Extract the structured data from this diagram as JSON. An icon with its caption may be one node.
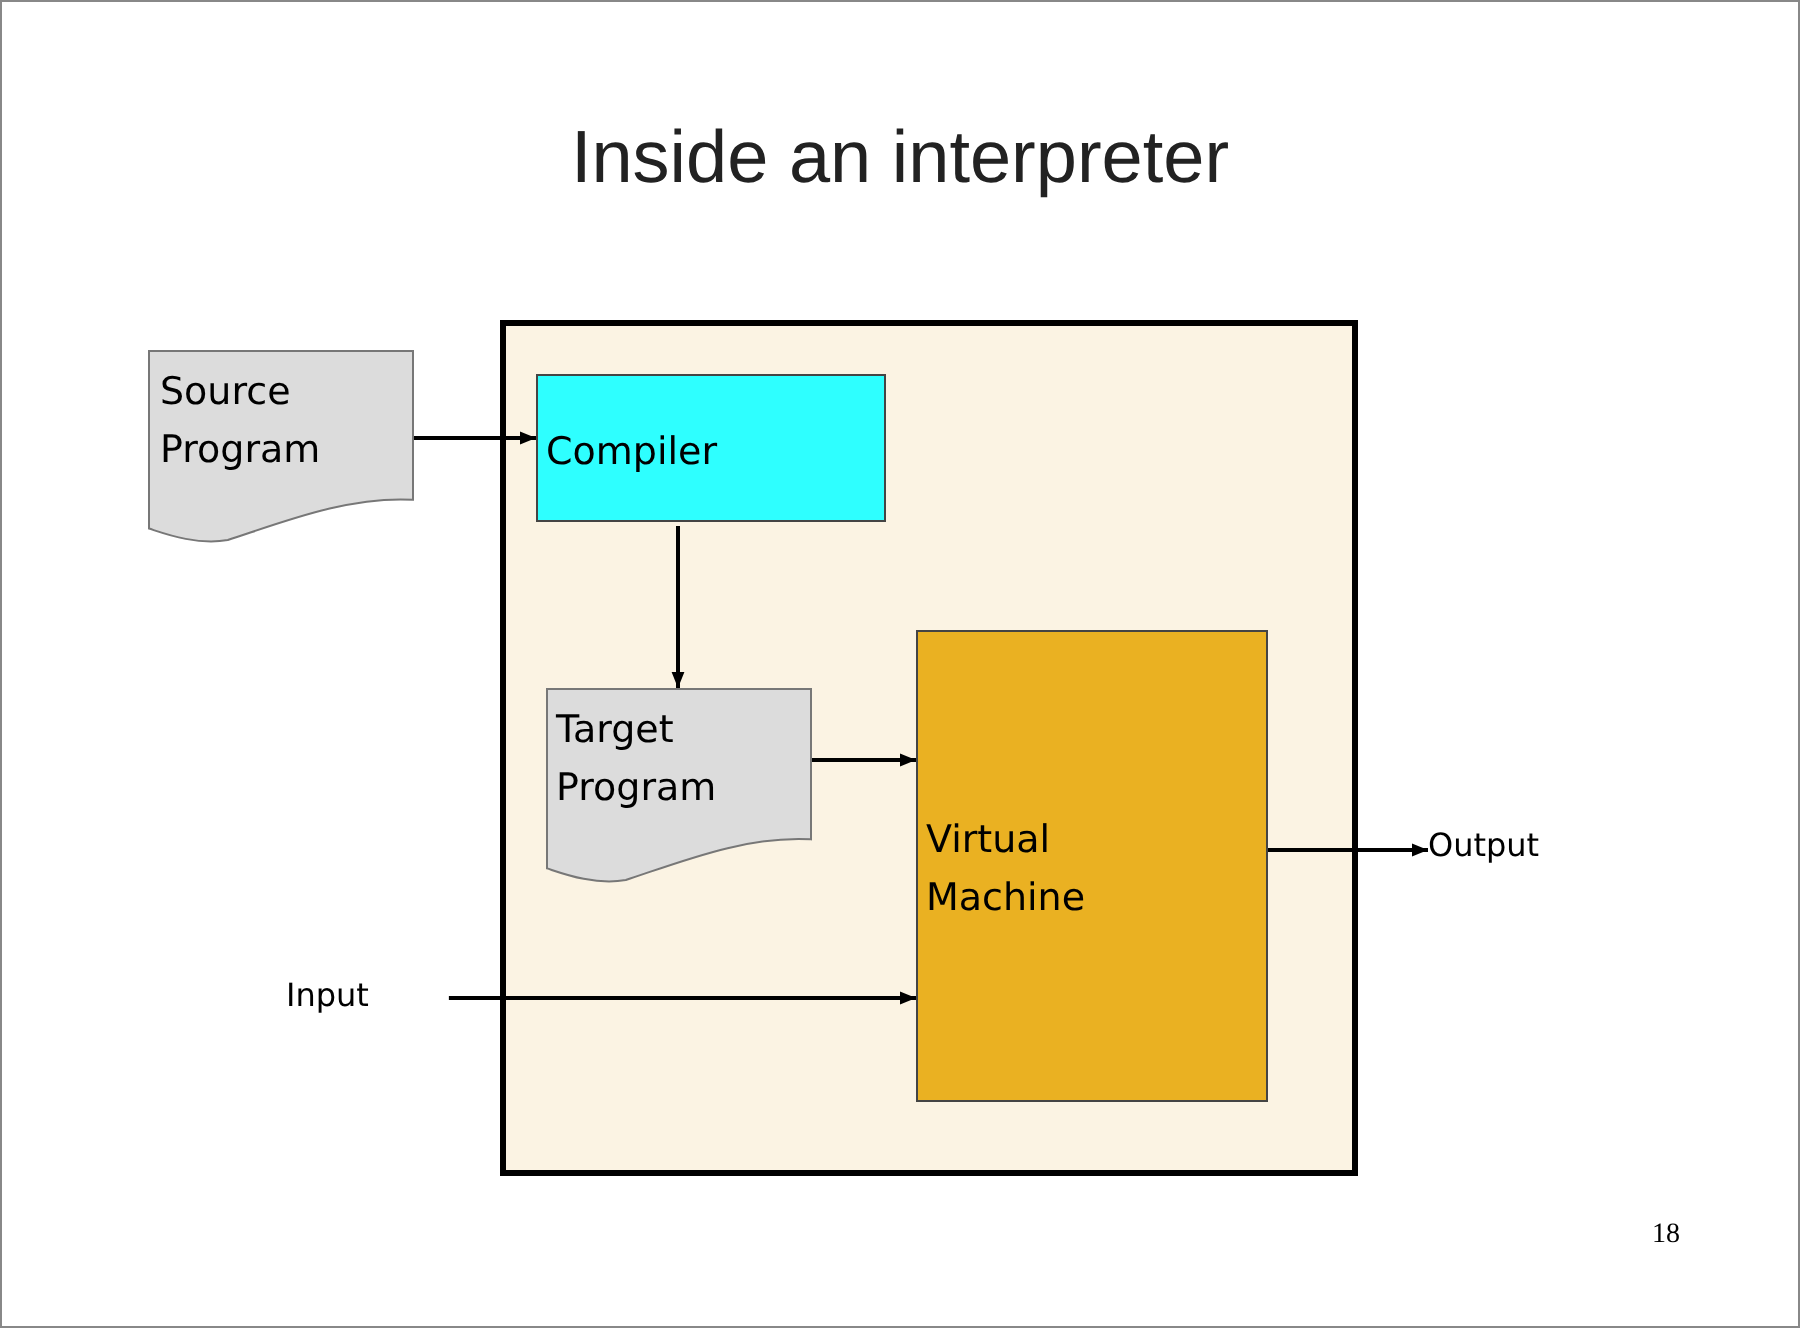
{
  "diagram": {
    "title": "Inside an interpreter",
    "nodes": [
      {
        "text": [
          "Source Program"
        ]
      },
      {
        "text": [],
        "shape": "box"
      },
      {
        "text": [
          "Compiler"
        ],
        "in": 1
      },
      {
        "text": [
          "Target Program"
        ],
        "in": 1
      },
      {
        "text": [
          "Virtual Machine"
        ],
        "in": 1
      },
      {
        "text": [
          "Input"
        ]
      },
      {
        "text": [
          "Output"
        ]
      }
    ],
    "edges": [
      {
        "from": 0,
        "to": 2,
        "arrow": "to"
      },
      {
        "from": 2,
        "to": 3,
        "arrow": "to"
      },
      {
        "from": 3,
        "to": 4,
        "arrow": "to"
      },
      {
        "from": 5,
        "to": 4,
        "arrow": "to"
      },
      {
        "from": 4,
        "to": 6,
        "arrow": "to"
      }
    ],
    "labels": [
      "18"
    ]
  }
}
